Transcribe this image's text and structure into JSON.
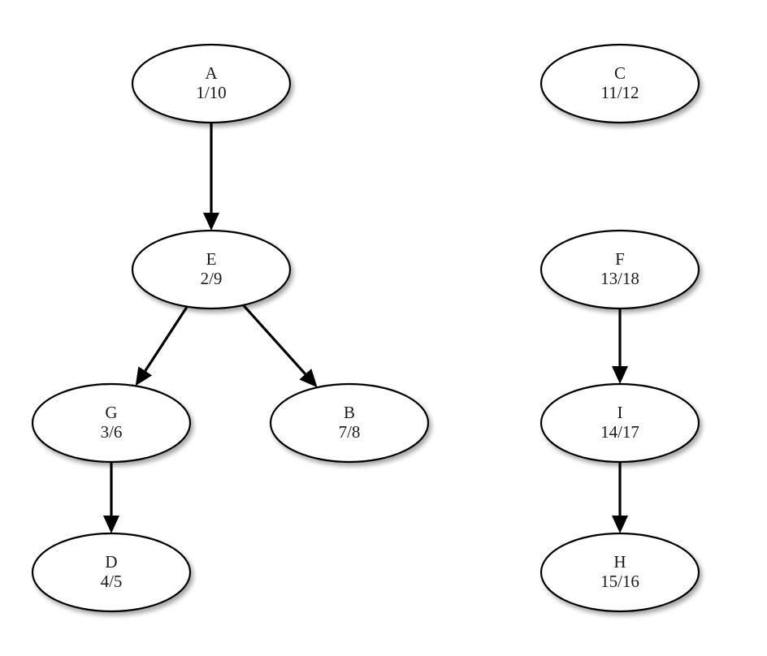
{
  "nodes": [
    {
      "id": "A",
      "name": "A",
      "times": "1/10"
    },
    {
      "id": "C",
      "name": "C",
      "times": "11/12"
    },
    {
      "id": "E",
      "name": "E",
      "times": "2/9"
    },
    {
      "id": "F",
      "name": "F",
      "times": "13/18"
    },
    {
      "id": "G",
      "name": "G",
      "times": "3/6"
    },
    {
      "id": "B",
      "name": "B",
      "times": "7/8"
    },
    {
      "id": "I",
      "name": "I",
      "times": "14/17"
    },
    {
      "id": "D",
      "name": "D",
      "times": "4/5"
    },
    {
      "id": "H",
      "name": "H",
      "times": "15/16"
    }
  ],
  "edges": [
    {
      "from": "A",
      "to": "E"
    },
    {
      "from": "E",
      "to": "G"
    },
    {
      "from": "E",
      "to": "B"
    },
    {
      "from": "G",
      "to": "D"
    },
    {
      "from": "F",
      "to": "I"
    },
    {
      "from": "I",
      "to": "H"
    }
  ]
}
